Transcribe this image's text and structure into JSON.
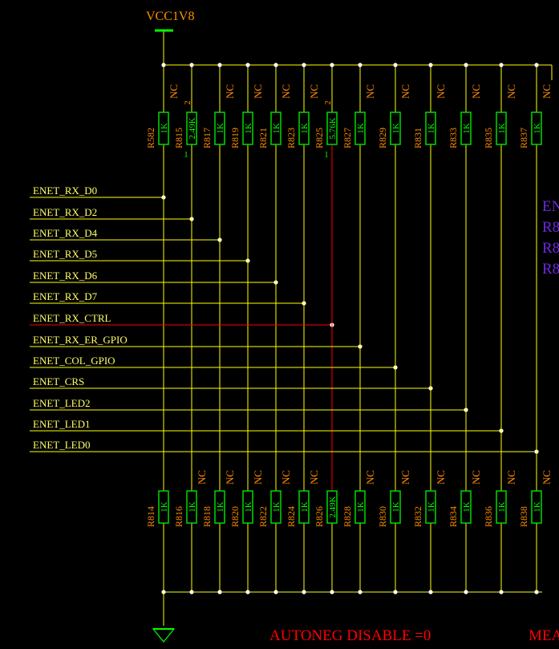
{
  "power": {
    "label": "VCC1V8"
  },
  "bottom_text": {
    "autoneg": "AUTONEG DISABLE =0",
    "cut": "MEA"
  },
  "side_text": [
    "EN",
    "R8",
    "R8",
    "R8"
  ],
  "colors": {
    "wire": "#ffff00",
    "net_red": "#ff0000",
    "resistor": "#00cc00",
    "refdes": "#ff8c00",
    "value": "#00ff00",
    "net_label": "#ffff66",
    "purple": "#6a2bd9",
    "junction": "#ffffff"
  },
  "nets": [
    {
      "label": "ENET_RX_D0",
      "red": false
    },
    {
      "label": "ENET_RX_D2",
      "red": false
    },
    {
      "label": "ENET_RX_D4",
      "red": false
    },
    {
      "label": "ENET_RX_D5",
      "red": false
    },
    {
      "label": "ENET_RX_D6",
      "red": false
    },
    {
      "label": "ENET_RX_D7",
      "red": false
    },
    {
      "label": "ENET_RX_CTRL",
      "red": true
    },
    {
      "label": "ENET_RX_ER_GPIO",
      "red": false
    },
    {
      "label": "ENET_COL_GPIO",
      "red": false
    },
    {
      "label": "ENET_CRS",
      "red": false
    },
    {
      "label": "ENET_LED2",
      "red": false
    },
    {
      "label": "ENET_LED1",
      "red": false
    },
    {
      "label": "ENET_LED0",
      "red": false
    }
  ],
  "top_resistors": [
    {
      "ref": "R582",
      "value": "1K",
      "nc": "NC",
      "pins": false
    },
    {
      "ref": "R815",
      "value": "2.49K",
      "nc": "",
      "pins": true
    },
    {
      "ref": "R817",
      "value": "1K",
      "nc": "NC",
      "pins": false
    },
    {
      "ref": "R819",
      "value": "1K",
      "nc": "NC",
      "pins": false
    },
    {
      "ref": "R821",
      "value": "1K",
      "nc": "NC",
      "pins": false
    },
    {
      "ref": "R823",
      "value": "1K",
      "nc": "NC",
      "pins": false
    },
    {
      "ref": "R825",
      "value": "5.76K",
      "nc": "",
      "pins": true
    },
    {
      "ref": "R827",
      "value": "1K",
      "nc": "NC",
      "pins": false
    },
    {
      "ref": "R829",
      "value": "1K",
      "nc": "NC",
      "pins": false
    },
    {
      "ref": "R831",
      "value": "1K",
      "nc": "NC",
      "pins": false
    },
    {
      "ref": "R833",
      "value": "1K",
      "nc": "NC",
      "pins": false
    },
    {
      "ref": "R835",
      "value": "1K",
      "nc": "NC",
      "pins": false
    },
    {
      "ref": "R837",
      "value": "1K",
      "nc": "NC",
      "pins": false
    }
  ],
  "bottom_resistors": [
    {
      "ref": "R814",
      "value": "1K",
      "nc": ""
    },
    {
      "ref": "R816",
      "value": "1K",
      "nc": "NC"
    },
    {
      "ref": "R818",
      "value": "1K",
      "nc": "NC"
    },
    {
      "ref": "R820",
      "value": "1K",
      "nc": "NC"
    },
    {
      "ref": "R822",
      "value": "1K",
      "nc": "NC"
    },
    {
      "ref": "R824",
      "value": "1K",
      "nc": "NC"
    },
    {
      "ref": "R826",
      "value": "2.49K",
      "nc": ""
    },
    {
      "ref": "R828",
      "value": "1K",
      "nc": "NC"
    },
    {
      "ref": "R830",
      "value": "1K",
      "nc": "NC"
    },
    {
      "ref": "R832",
      "value": "1K",
      "nc": "NC"
    },
    {
      "ref": "R834",
      "value": "1K",
      "nc": "NC"
    },
    {
      "ref": "R836",
      "value": "1K",
      "nc": "NC"
    },
    {
      "ref": "R838",
      "value": "1K",
      "nc": "NC"
    }
  ],
  "pin_labels": {
    "one": "1",
    "two": "2"
  }
}
